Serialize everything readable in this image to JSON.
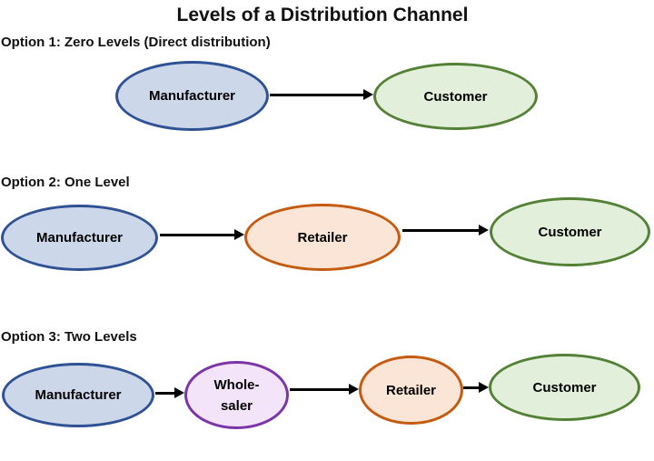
{
  "title": "Levels of a Distribution Channel",
  "arrow_color": "#000000",
  "text_color": "#000000",
  "options": [
    {
      "label": "Option 1: Zero Levels (Direct distribution)",
      "nodes": [
        {
          "label": "Manufacturer",
          "fill": "#cdd7ea",
          "border": "#2e5294"
        },
        {
          "label": "Customer",
          "fill": "#e2efda",
          "border": "#538135"
        }
      ]
    },
    {
      "label": "Option 2: One Level",
      "nodes": [
        {
          "label": "Manufacturer",
          "fill": "#cdd7ea",
          "border": "#2e5294"
        },
        {
          "label": "Retailer",
          "fill": "#fbe5d6",
          "border": "#c55a11"
        },
        {
          "label": "Customer",
          "fill": "#e2efda",
          "border": "#538135"
        }
      ]
    },
    {
      "label": "Option 3: Two Levels",
      "nodes": [
        {
          "label": "Manufacturer",
          "fill": "#cdd7ea",
          "border": "#2e5294"
        },
        {
          "label": "Whole-saler",
          "lines": [
            "Whole-",
            "saler"
          ],
          "fill": "#f3e4f9",
          "border": "#7b35a8"
        },
        {
          "label": "Retailer",
          "fill": "#fbe5d6",
          "border": "#c55a11"
        },
        {
          "label": "Customer",
          "fill": "#e2efda",
          "border": "#538135"
        }
      ]
    }
  ]
}
